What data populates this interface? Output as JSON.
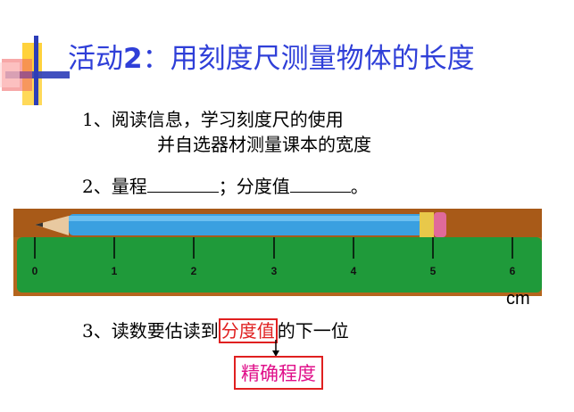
{
  "title": {
    "prefix": "活动",
    "num": "2",
    "rest": "：用刻度尺测量物体的长度"
  },
  "items": {
    "item1_line1": "1、阅读信息，学习刻度尺的使用",
    "item1_line2": "并自选器材测量课本的宽度",
    "item2_prefix": "2、量程",
    "item2_middle": "；分度值",
    "item2_end": "。",
    "item3_prefix": "3、读数要估读到",
    "item3_highlight": "分度值",
    "item3_suffix": "的下一位",
    "result_box": "精确程度"
  },
  "ruler": {
    "unit": "cm",
    "labels": [
      "0",
      "1",
      "2",
      "3",
      "4",
      "5",
      "6"
    ]
  },
  "colors": {
    "title": "#2f3fd8",
    "ruler_green": "#1f9a3a",
    "wood": "#b5651d",
    "pencil_blue": "#3aa0e0",
    "highlight_red": "#e02020",
    "result_magenta": "#e0108a"
  }
}
